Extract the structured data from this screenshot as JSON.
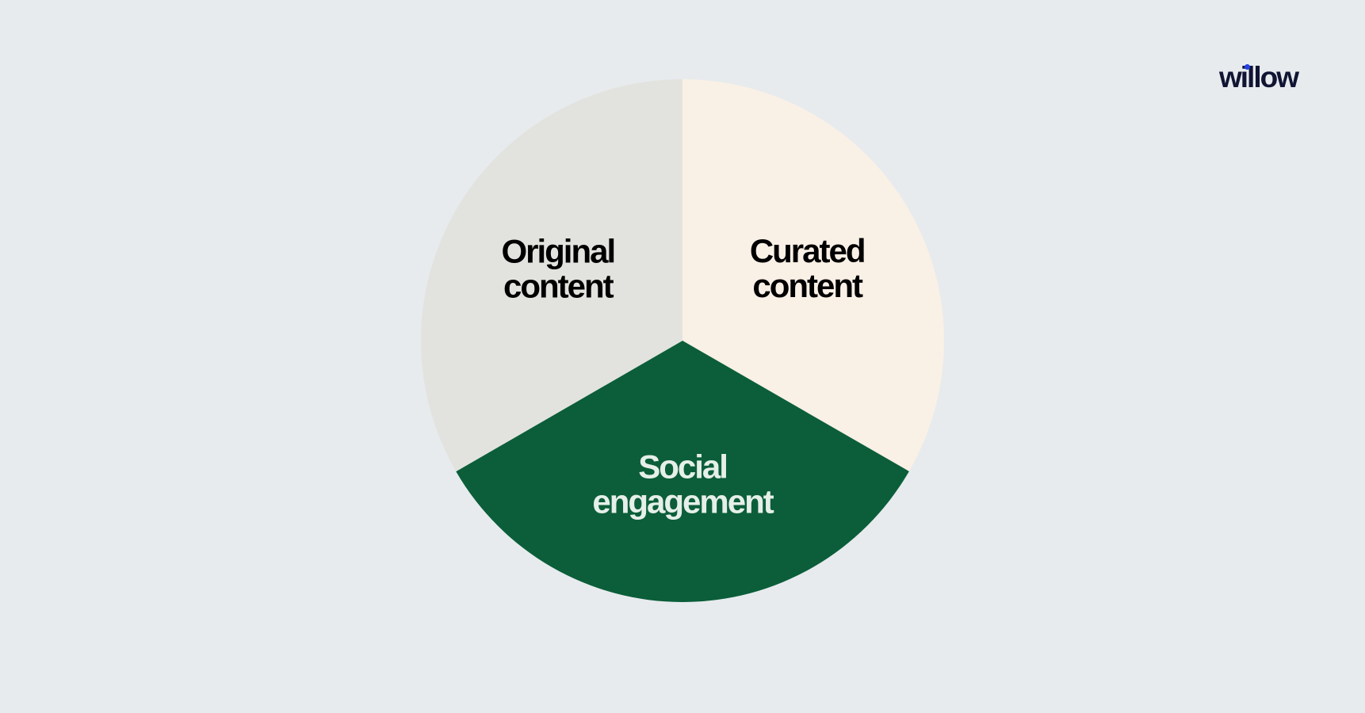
{
  "brand": {
    "logo_text": "willow",
    "accent_color": "#2540e6",
    "text_color": "#111533"
  },
  "chart_data": {
    "type": "pie",
    "title": "",
    "start_angle_deg": 0,
    "slices": [
      {
        "label_lines": [
          "Curated",
          "content"
        ],
        "value": 33.33,
        "color": "#f9f0e6",
        "text_color": "#000000"
      },
      {
        "label_lines": [
          "Social",
          "engagement"
        ],
        "value": 33.33,
        "color": "#0b5e39",
        "text_color": "#e6efe9"
      },
      {
        "label_lines": [
          "Original",
          "content"
        ],
        "value": 33.34,
        "color": "#e2e3de",
        "text_color": "#000000"
      }
    ]
  }
}
